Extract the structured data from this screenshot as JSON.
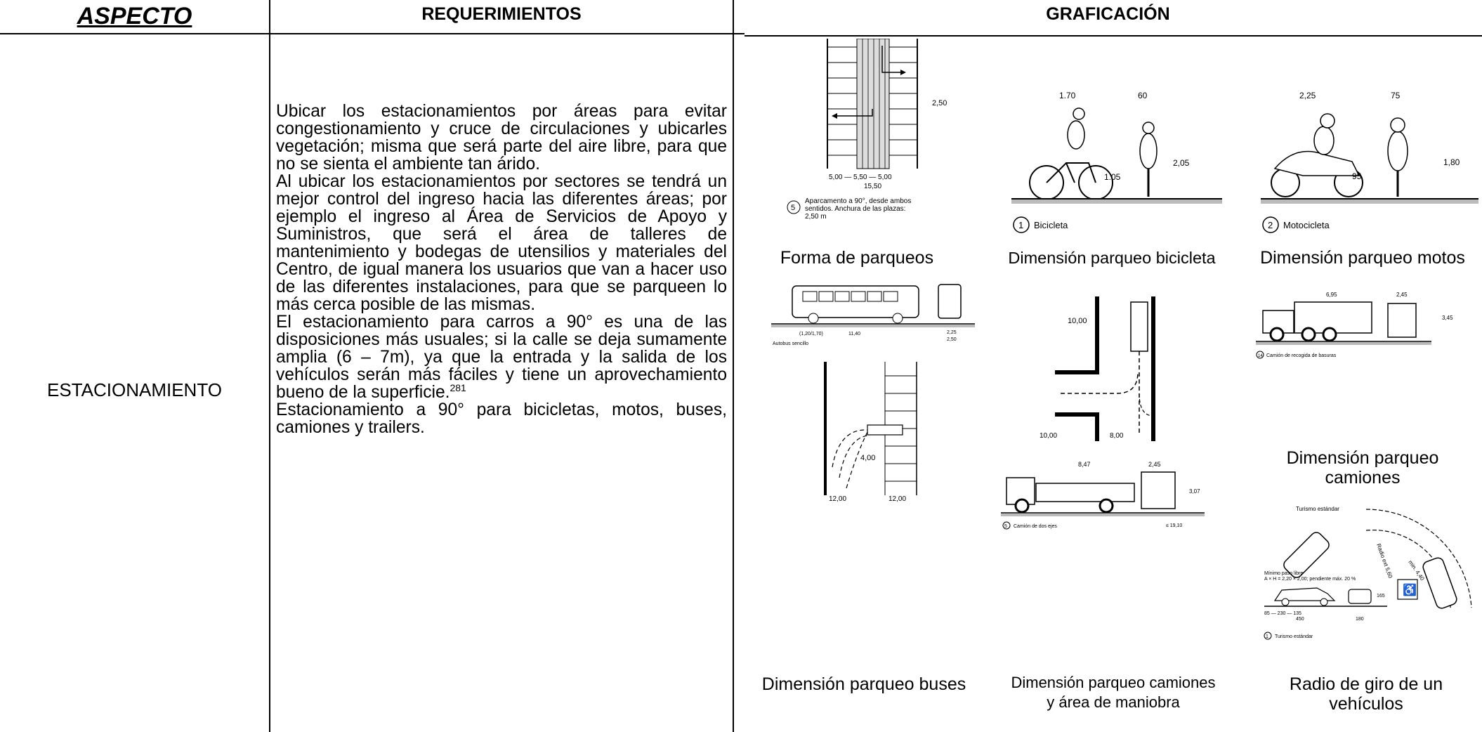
{
  "header": {
    "aspecto": "ASPECTO",
    "requerimientos": "REQUERIMIENTOS",
    "graficacion": "GRAFICACIÓN"
  },
  "aspect": "ESTACIONAMIENTO",
  "requirements": {
    "p1": "Ubicar los estacionamientos por áreas para evitar congestionamiento y cruce de circulaciones y ubicarles vegetación; misma que será parte del aire libre, para que no se sienta el ambiente tan árido.",
    "p2": "Al ubicar los estacionamientos por sectores se tendrá un mejor control del ingreso hacia las diferentes áreas; por ejemplo el ingreso al Área de Servicios de Apoyo y Suministros, que será el área de talleres de mantenimiento y bodegas de utensilios y materiales del Centro, de igual manera los usuarios que van a hacer uso de las diferentes instalaciones, para que se parqueen lo más cerca posible de las mismas.",
    "p3": "El estacionamiento para carros a 90° es una de las disposiciones más usuales; si la calle se deja sumamente amplia (6 – 7m), ya que la entrada y la salida de los vehículos serán más fáciles y tiene un aprovechamiento bueno de la superficie.",
    "p3_footnote": "281",
    "p4": "Estacionamiento a 90° para bicicletas, motos,  buses, camiones y trailers."
  },
  "captions": {
    "forma_parqueos": "Forma de parqueos",
    "bicicleta": "Dimensión parqueo bicicleta",
    "motos": "Dimensión parqueo motos",
    "camiones_line1": "Dimensión parqueo",
    "camiones_line2": "camiones",
    "buses": "Dimensión parqueo buses",
    "maniobra_line1": "Dimensión parqueo camiones",
    "maniobra_line2": "y área de maniobra",
    "giro_line1": "Radio de giro de un",
    "giro_line2": "vehículos"
  },
  "figures": {
    "parking90": {
      "dim_250": "2,50",
      "dims_bottom": "5,00 — 5,50 — 5,00",
      "dim_total": "15,50",
      "num": "5",
      "note1": "Aparcamento a 90°, desde ambos",
      "note2": "sentidos. Anchura de las plazas:",
      "note3": "2,50 m"
    },
    "bicycle": {
      "dim_len": "1.70",
      "dim_wid": "60",
      "dim_h1": "1.05",
      "dim_h2": "2,05",
      "num": "1",
      "label": "Bicicleta"
    },
    "moto": {
      "dim_len": "2,25",
      "dim_wid": "75",
      "dim_h1": "95",
      "dim_h2": "1,80",
      "num": "2",
      "label": "Motocicleta"
    },
    "bus": {
      "label": "Autobus sencillo",
      "dim_len": "11,40",
      "dim_front": "(1,20/1,70)",
      "dim_w1": "2,25",
      "dim_w2": "2,50"
    },
    "garbage_truck": {
      "dim_len": "6,95",
      "dim_wid": "2,45",
      "dim_h": "3,45",
      "num": "14",
      "label": "Camión de recogida de basuras"
    },
    "t_maneuver": {
      "dim_v": "10,00",
      "dim_h1": "10,00",
      "dim_h2": "8,00"
    },
    "bus_parking": {
      "dim_400": "4,00",
      "dim_a": "12,00",
      "dim_b": "12,00"
    },
    "two_axle_truck": {
      "dim_len": "8,47",
      "dim_wid": "2,45",
      "dim_h": "3,07",
      "num": "5",
      "label": "Camión de dos ejes",
      "weight": "≤ 19,10"
    },
    "turning": {
      "top_label": "Turismo estándar",
      "radius1": "Radio ext 5,60",
      "radius2": "min. 4,40",
      "note1": "Mínimo paso libre",
      "note2": "A × H = 2,20 × 2,00; pendiente máx. 20 %",
      "dims_a": "85 — 230 — 135",
      "dim_total": "450",
      "dim_w": "180",
      "dim_h": "165",
      "num": "1",
      "label": "Turismo estándar"
    }
  }
}
